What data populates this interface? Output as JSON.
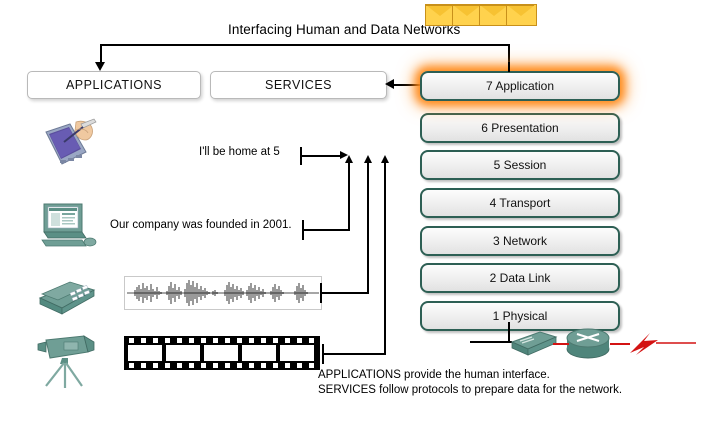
{
  "title": "Interfacing Human and Data Networks",
  "boxes": {
    "applications": "APPLICATIONS",
    "services": "SERVICES"
  },
  "osi_layers": [
    {
      "id": "layer-7",
      "label": "7 Application",
      "highlighted": true
    },
    {
      "id": "layer-6",
      "label": "6 Presentation",
      "highlighted": false
    },
    {
      "id": "layer-5",
      "label": "5 Session",
      "highlighted": false
    },
    {
      "id": "layer-4",
      "label": "4 Transport",
      "highlighted": false
    },
    {
      "id": "layer-3",
      "label": "3 Network",
      "highlighted": false
    },
    {
      "id": "layer-2",
      "label": "2 Data Link",
      "highlighted": false
    },
    {
      "id": "layer-1",
      "label": "1 Physical",
      "highlighted": false
    }
  ],
  "notes": {
    "instant_message": "I'll be home at 5",
    "web_text": "Our company was founded in 2001."
  },
  "devices": [
    {
      "name": "pda-stylus-icon",
      "label": "PDA with stylus"
    },
    {
      "name": "desktop-computer-icon",
      "label": "Desktop computer"
    },
    {
      "name": "telephone-icon",
      "label": "Telephone"
    },
    {
      "name": "video-camera-icon",
      "label": "Video camera on tripod"
    }
  ],
  "media": {
    "audio_waveform": "audio waveform",
    "film_strip": "film strip"
  },
  "network": {
    "switch": "switch",
    "router": "router"
  },
  "caption": {
    "line1": "APPLICATIONS provide the human interface.",
    "line2": "SERVICES follow protocols to prepare data for the network."
  },
  "colors": {
    "layer_border": "#2d5f54",
    "highlight_glow": "#ff8a1a",
    "envelope": "#ffd24d",
    "device_teal": "#5b9289",
    "red_link": "#d31313"
  }
}
